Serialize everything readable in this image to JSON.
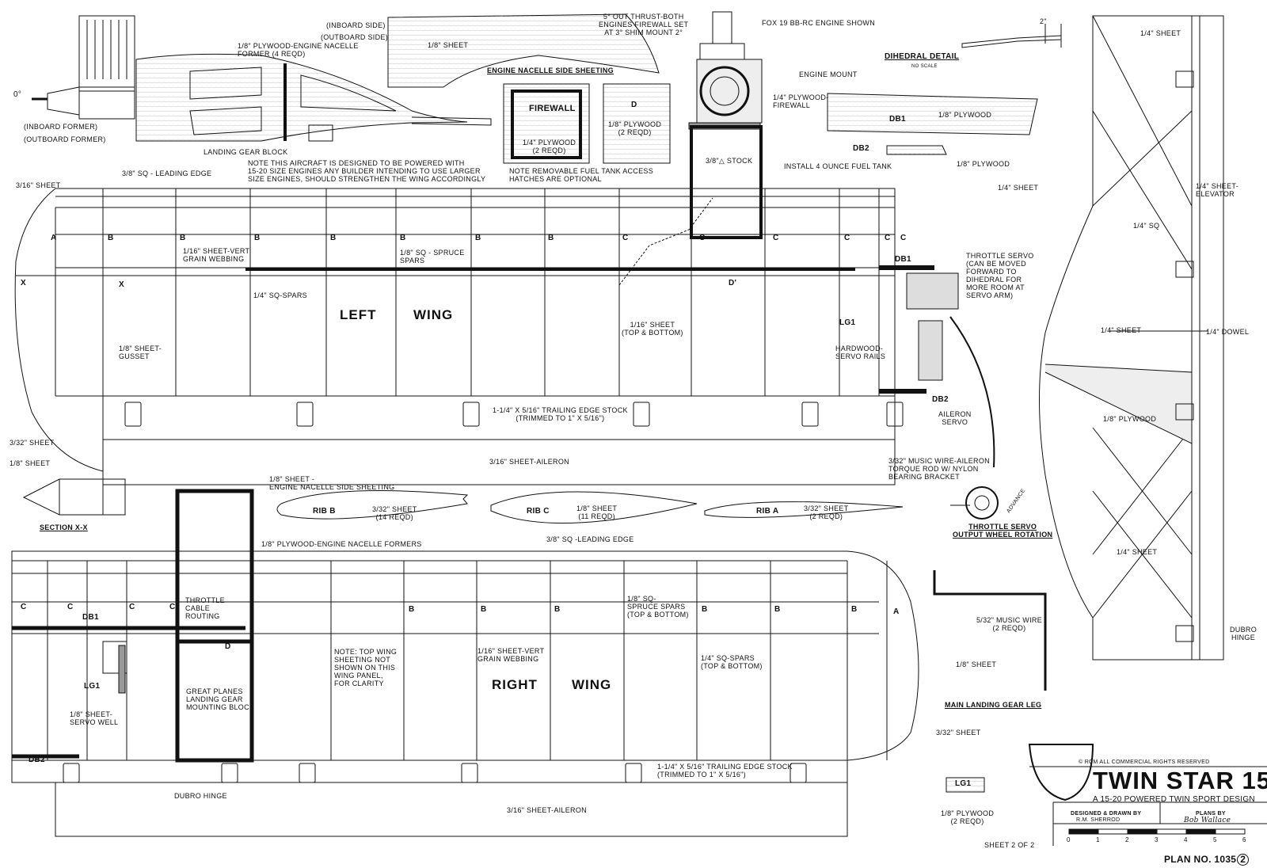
{
  "labels": {
    "inboard_side": "(INBOARD SIDE)",
    "outboard_side": "(OUTBOARD SIDE)",
    "sheet_18_top": "1/8\" SHEET",
    "thrust_note": "5° OUT THRUST-BOTH\nENGINES FIREWALL SET\nAT 3° SHIM MOUNT 2°",
    "fox_engine": "FOX 19 BB-RC ENGINE SHOWN",
    "engine_mount": "ENGINE MOUNT",
    "dihedral_detail": "DIHEDRAL DETAIL",
    "no_scale": "NO SCALE",
    "two_inch": "2\"",
    "plywood_former": "1/8\" PLYWOOD-ENGINE NACELLE\nFORMER (4 REQD)",
    "zero_deg": "0°",
    "inboard_former": "(INBOARD FORMER)",
    "outboard_former": "(OUTBOARD FORMER)",
    "landing_gear_block": "LANDING GEAR BLOCK",
    "nacelle_side_sheeting": "ENGINE NACELLE SIDE SHEETING",
    "firewall": "FIREWALL",
    "firewall_ply": "1/4\" PLYWOOD\n(2 REQD)",
    "d_part": "D",
    "d_ply": "1/8\" PLYWOOD\n(2 REQD)",
    "firewall_14": "1/4\" PLYWOOD-\nFIREWALL",
    "db1_ply": "1/8\" PLYWOOD",
    "db1": "DB1",
    "db2": "DB2",
    "db2_ply": "1/8\" PLYWOOD",
    "stock": "3/8\"△ STOCK",
    "fuel_tank": "INSTALL 4 OUNCE FUEL TANK",
    "power_note": "NOTE THIS AIRCRAFT IS DESIGNED TO BE POWERED WITH\n15-20 SIZE ENGINES ANY BUILDER INTENDING TO USE LARGER\nSIZE ENGINES, SHOULD STRENGTHEN THE WING ACCORDINGLY",
    "hatch_note": "NOTE REMOVABLE FUEL TANK ACCESS\nHATCHES ARE OPTIONAL",
    "le_38": "3/8\" SQ - LEADING EDGE",
    "sheet_316": "3/16\" SHEET",
    "vert_grain": "1/16\" SHEET-VERT\nGRAIN WEBBING",
    "spruce_spars": "1/8\" SQ - SPRUCE\nSPARS",
    "sq_spars_14": "1/4\" SQ-SPARS",
    "left": "LEFT",
    "wing": "WING",
    "gusset": "1/8\" SHEET-\nGUSSET",
    "sheet_116_tb": "1/16\" SHEET\n(TOP & BOTTOM)",
    "d_prime": "D'",
    "lg1": "LG1",
    "hardwood_rails": "HARDWOOD-\nSERVO RAILS",
    "throttle_servo_note": "THROTTLE SERVO\n(CAN BE MOVED\nFORWARD TO\nDIHEDRAL FOR\nMORE ROOM AT\nSERVO ARM)",
    "aileron_servo": "AILERON\nSERVO",
    "te_stock_left": "1-1/4\" X 5/16\" TRAILING EDGE STOCK\n(TRIMMED TO 1\" X 5/16\")",
    "sheet_332": "3/32\" SHEET",
    "sheet_18_left": "1/8\" SHEET",
    "aileron_left": "3/16\" SHEET-AILERON",
    "torque_rod": "3/32\" MUSIC WIRE-AILERON\nTORQUE ROD W/ NYLON\nBEARING BRACKET",
    "section_xx": "SECTION X-X",
    "nacelle_side_2": "1/8\" SHEET -\nENGINE NACELLE SIDE SHEETING",
    "rib_b": "RIB B",
    "rib_b_note": "3/32\" SHEET\n(14 REQD)",
    "rib_c": "RIB C",
    "rib_c_note": "1/8\" SHEET\n(11 REQD)",
    "rib_a": "RIB A",
    "rib_a_note": "3/32\" SHEET\n(2 REQD)",
    "advance": "ADVANCE",
    "throttle_output": "THROTTLE SERVO\nOUTPUT WHEEL ROTATION",
    "nacelle_formers": "1/8\" PLYWOOD-ENGINE NACELLE FORMERS",
    "le_38_right": "3/8\" SQ -LEADING EDGE",
    "throttle_cable": "THROTTLE\nCABLE\nROUTING",
    "spruce_tb": "1/8\" SQ-\nSPRUCE SPARS\n(TOP & BOTTOM)",
    "top_sheet_note": "NOTE: TOP WING\nSHEETING NOT\nSHOWN ON THIS\nWING PANEL,\nFOR CLARITY",
    "vert_grain_right": "1/16\" SHEET-VERT\nGRAIN WEBBING",
    "sq_spars_right": "1/4\" SQ-SPARS\n(TOP & BOTTOM)",
    "great_planes": "GREAT PLANES\nLANDING GEAR\nMOUNTING BLOCK",
    "servo_well": "1/8\" SHEET-\nSERVO WELL",
    "right": "RIGHT",
    "music_wire": "5/32\" MUSIC WIRE\n(2 REQD)",
    "sheet_18_right": "1/8\" SHEET",
    "main_gear": "MAIN LANDING GEAR LEG",
    "sheet_332_right": "3/32\" SHEET",
    "te_stock_right": "1-1/4\" X 5/16\" TRAILING EDGE STOCK\n(TRIMMED TO 1\" X 5/16\")",
    "dubro_hinge": "DUBRO HINGE",
    "aileron_right": "3/16\" SHEET-AILERON",
    "lg1_ply": "1/8\" PLYWOOD\n(2 REQD)",
    "sheet_of": "SHEET 2 OF 2",
    "stab_14_sheet": "1/4\" SHEET",
    "stab_14_sheet_2": "1/4\" SHEET",
    "elevator": "1/4\" SHEET-\nELEVATOR",
    "sq_14": "1/4\" SQ",
    "stab_14_sheet_3": "1/4\" SHEET",
    "dowel": "1/4\" DOWEL",
    "stab_ply": "1/8\" PLYWOOD",
    "stab_14_sheet_4": "1/4\" SHEET",
    "dubro_hinge_2": "DUBRO\nHINGE",
    "x_mark": "X",
    "rib_letters": {
      "a": "A",
      "b": "B",
      "c": "C"
    }
  },
  "title_block": {
    "rights": "© RCM ALL COMMERCIAL RIGHTS RESERVED",
    "title": "TWIN STAR 15",
    "title_suffix": "II",
    "subtitle": "A 15-20 POWERED TWIN SPORT DESIGN",
    "designed_by_label": "DESIGNED & DRAWN BY",
    "designer": "R.M. SHERROD",
    "plans_by_label": "PLANS BY",
    "plans_by": "Bob Wallace",
    "plan_no": "PLAN NO. 1035",
    "plan_circle": "2",
    "scale_ticks": [
      "0",
      "1",
      "2",
      "3",
      "4",
      "5",
      "6"
    ]
  }
}
